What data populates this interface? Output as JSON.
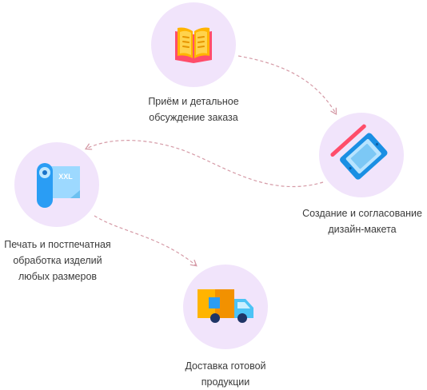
{
  "steps": [
    {
      "lines": [
        "Приём и детальное",
        "обсуждение заказа"
      ],
      "icon": "open-book-icon"
    },
    {
      "lines": [
        "Создание и согласование",
        "дизайн-макета"
      ],
      "icon": "drawing-tablet-icon"
    },
    {
      "lines": [
        "Печать и постпечатная",
        "обработка изделий",
        "любых размеров"
      ],
      "icon": "print-roll-icon",
      "roll_text": "XXL"
    },
    {
      "lines": [
        "Доставка готовой",
        "продукции"
      ],
      "icon": "delivery-truck-icon"
    }
  ],
  "colors": {
    "circle_bg": "#f1e4fb",
    "arrow": "#d59aa6",
    "text": "#3a3a3a"
  }
}
